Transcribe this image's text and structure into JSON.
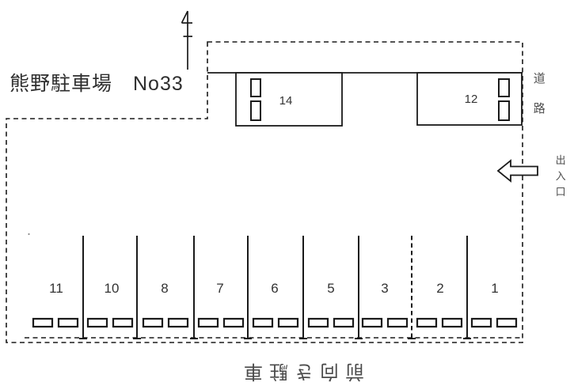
{
  "diagram": {
    "title": "熊野駐車場　No33",
    "road_label": "道路",
    "entrance_label": "出入口",
    "bottom_note": "前向き駐車",
    "bottom_note_orientation": "rotated-180",
    "north_symbol": "north-arrow",
    "upper_spaces": [
      {
        "label": "14"
      },
      {
        "label": "12"
      }
    ],
    "stalls": [
      {
        "label": "11"
      },
      {
        "label": "10"
      },
      {
        "label": "8"
      },
      {
        "label": "7"
      },
      {
        "label": "6"
      },
      {
        "label": "5"
      },
      {
        "label": "3"
      },
      {
        "label": "2"
      },
      {
        "label": "1"
      }
    ],
    "colors": {
      "line": "#1a1a1a",
      "title_text": "#2e2e2e",
      "muted_text": "#4f4f4f",
      "background": "#ffffff"
    }
  }
}
